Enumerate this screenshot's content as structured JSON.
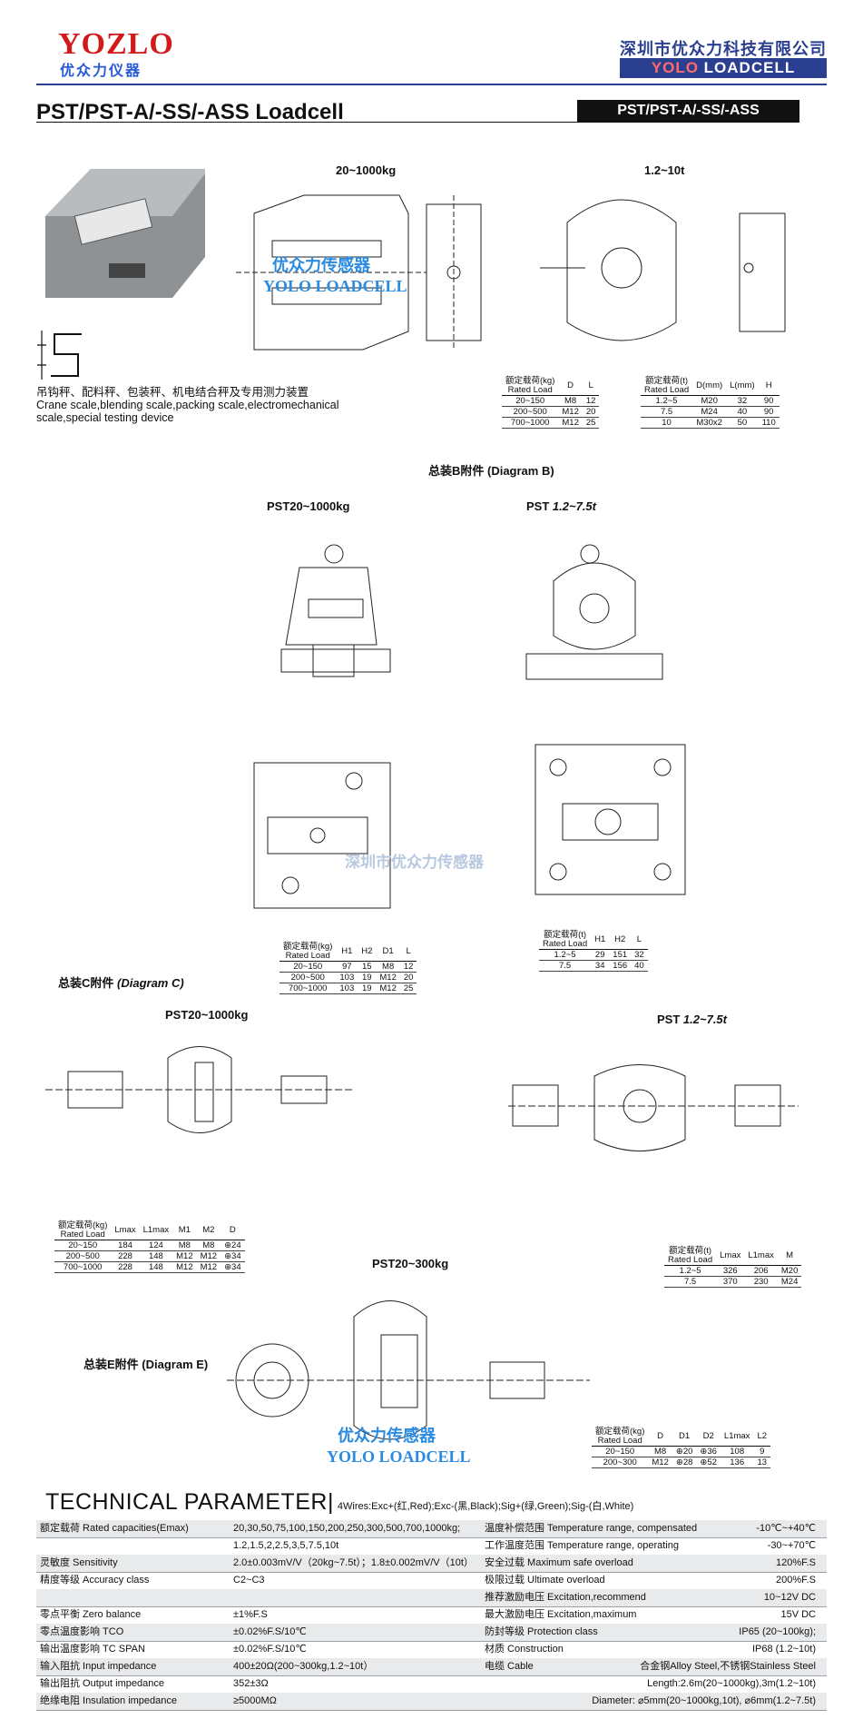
{
  "header": {
    "logo": "YOZLO",
    "logo_sub": "优众力仪器",
    "company": "深圳市优众力科技有限公司",
    "badge_a": "YOLO",
    "badge_b": "LOADCELL"
  },
  "title": "PST/PST-A/-SS/-ASS  Loadcell",
  "title_badge": "PST/PST-A/-SS/-ASS",
  "section1": {
    "label_left": "20~1000kg",
    "label_right": "1.2~10t",
    "watermark_cn": "优众力传感器",
    "watermark_en": "YOLO LOADCELL",
    "application": [
      "吊钩秤、配料秤、包装秤、机电结合秤及专用测力装置",
      "Crane scale,blending scale,packing scale,electromechanical",
      "scale,special testing device"
    ]
  },
  "table_a": {
    "header": [
      "额定载荷(kg)\nRated Load",
      "D",
      "L"
    ],
    "rows": [
      [
        "20~150",
        "M8",
        "12"
      ],
      [
        "200~500",
        "M12",
        "20"
      ],
      [
        "700~1000",
        "M12",
        "25"
      ]
    ]
  },
  "table_b": {
    "header": [
      "额定载荷(t)\nRated Load",
      "D(mm)",
      "L(mm)",
      "H"
    ],
    "rows": [
      [
        "1.2~5",
        "M20",
        "32",
        "90"
      ],
      [
        "7.5",
        "M24",
        "40",
        "90"
      ],
      [
        "10",
        "M30x2",
        "50",
        "110"
      ]
    ]
  },
  "diagram_b": {
    "title": "总装B附件 (Diagram B)",
    "left": "PST20~1000kg",
    "right_a": "PST",
    "right_b": "1.2~7.5t",
    "watermark": "深圳市优众力传感器"
  },
  "table_c": {
    "header": [
      "额定载荷(kg)\nRated Load",
      "H1",
      "H2",
      "D1",
      "L"
    ],
    "rows": [
      [
        "20~150",
        "97",
        "15",
        "M8",
        "12"
      ],
      [
        "200~500",
        "103",
        "19",
        "M12",
        "20"
      ],
      [
        "700~1000",
        "103",
        "19",
        "M12",
        "25"
      ]
    ]
  },
  "table_d": {
    "header": [
      "额定载荷(t)\nRated Load",
      "H1",
      "H2",
      "L"
    ],
    "rows": [
      [
        "1.2~5",
        "29",
        "151",
        "32"
      ],
      [
        "7.5",
        "34",
        "156",
        "40"
      ]
    ]
  },
  "diagram_c": {
    "title_a": "总装C附件",
    "title_b": "(Diagram C)",
    "left": "PST20~1000kg",
    "right_a": "PST",
    "right_b": "1.2~7.5t"
  },
  "table_e": {
    "header": [
      "额定载荷(kg)\nRated Load",
      "Lmax",
      "L1max",
      "M1",
      "M2",
      "D"
    ],
    "rows": [
      [
        "20~150",
        "184",
        "124",
        "M8",
        "M8",
        "⊕24"
      ],
      [
        "200~500",
        "228",
        "148",
        "M12",
        "M12",
        "⊕34"
      ],
      [
        "700~1000",
        "228",
        "148",
        "M12",
        "M12",
        "⊕34"
      ]
    ]
  },
  "table_f": {
    "header": [
      "额定载荷(t)\nRated Load",
      "Lmax",
      "L1max",
      "M"
    ],
    "rows": [
      [
        "1.2~5",
        "326",
        "206",
        "M20"
      ],
      [
        "7.5",
        "370",
        "230",
        "M24"
      ]
    ]
  },
  "diagram_e": {
    "title": "总装E附件 (Diagram E)",
    "label": "PST20~300kg",
    "watermark_cn": "优众力传感器",
    "watermark_en": "YOLO LOADCELL"
  },
  "table_g": {
    "header": [
      "额定载荷(kg)\nRated Load",
      "D",
      "D1",
      "D2",
      "L1max",
      "L2"
    ],
    "rows": [
      [
        "20~150",
        "M8",
        "⊕20",
        "⊕36",
        "108",
        "9"
      ],
      [
        "200~300",
        "M12",
        "⊕28",
        "⊕52",
        "136",
        "13"
      ]
    ]
  },
  "tech": {
    "title": "TECHNICAL PARAMETER",
    "wires": "4Wires:Exc+(红,Red);Exc-(黑,Black);Sig+(绿,Green);Sig-(白,White)",
    "rows": [
      {
        "l": "额定载荷 Rated capacities(Emax)",
        "lv": "20,30,50,75,100,150,200,250,300,500,700,1000kg;",
        "r": "温度补偿范围 Temperature range, compensated",
        "rv": "-10℃~+40℃"
      },
      {
        "l": "",
        "lv": "1.2,1.5,2,2.5,3,5,7.5,10t",
        "r": "工作温度范围 Temperature range, operating",
        "rv": "-30~+70℃"
      },
      {
        "l": "灵敏度 Sensitivity",
        "lv": "2.0±0.003mV/V（20kg~7.5t）；1.8±0.002mV/V（10t）",
        "r": "安全过载 Maximum safe overload",
        "rv": "120%F.S"
      },
      {
        "l": "精度等级 Accuracy class",
        "lv": "C2~C3",
        "r": "极限过载 Ultimate overload",
        "rv": "200%F.S"
      },
      {
        "l": "",
        "lv": "",
        "r": "推荐激励电压 Excitation,recommend",
        "rv": "10~12V DC"
      },
      {
        "l": "零点平衡 Zero balance",
        "lv": "±1%F.S",
        "r": "最大激励电压 Excitation,maximum",
        "rv": "15V DC"
      },
      {
        "l": "零点温度影响 TCO",
        "lv": "±0.02%F.S/10℃",
        "r": "防封等级 Protection class",
        "rv": "IP65 (20~100kg);"
      },
      {
        "l": "输出温度影响 TC SPAN",
        "lv": "±0.02%F.S/10℃",
        "r": "材质 Construction",
        "rv": "IP68 (1.2~10t)"
      },
      {
        "l": "输入阻抗 Input  impedance",
        "lv": "400±20Ω(200~300kg,1.2~10t）",
        "r": "电缆 Cable",
        "rv": "合金钢Alloy Steel,不锈钢Stainless Steel"
      },
      {
        "l": "输出阻抗 Output  impedance",
        "lv": "352±3Ω",
        "r": "",
        "rv": "Length:2.6m(20~1000kg),3m(1.2~10t)"
      },
      {
        "l": "绝缘电阻 Insulation impedance",
        "lv": "≥5000MΩ",
        "r": "",
        "rv": "Diameter: ⌀5mm(20~1000kg,10t), ⌀6mm(1.2~7.5t)"
      }
    ]
  }
}
